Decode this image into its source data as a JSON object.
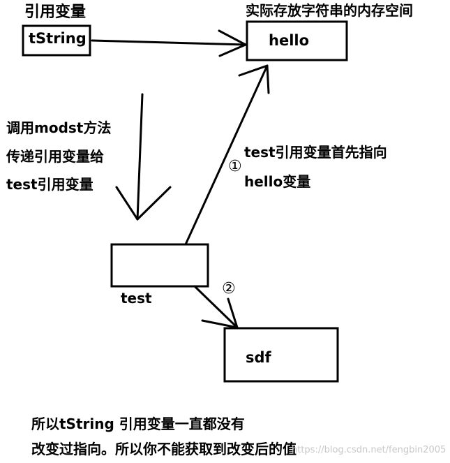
{
  "labels": {
    "ref_var": "引用变量",
    "memory": "实际存放字符串的内存空间",
    "call_line1": "调用modst方法",
    "call_line2": "传递引用变量给",
    "call_line3": "test引用变量",
    "test_points_line1": "test引用变量首先指向",
    "test_points_line2": "hello变量",
    "step1": "①",
    "step2": "②",
    "test_label": "test",
    "conclusion_line1": "所以tString 引用变量一直都没有",
    "conclusion_line2": "改变过指向。所以你不能获取到改变后的值"
  },
  "boxes": {
    "tstring": "tString",
    "hello": "hello",
    "test": "",
    "sdf": "sdf"
  },
  "watermark": "https://blog.csdn.net/fengbin2005",
  "colors": {
    "stroke": "#000000",
    "background": "#ffffff"
  }
}
